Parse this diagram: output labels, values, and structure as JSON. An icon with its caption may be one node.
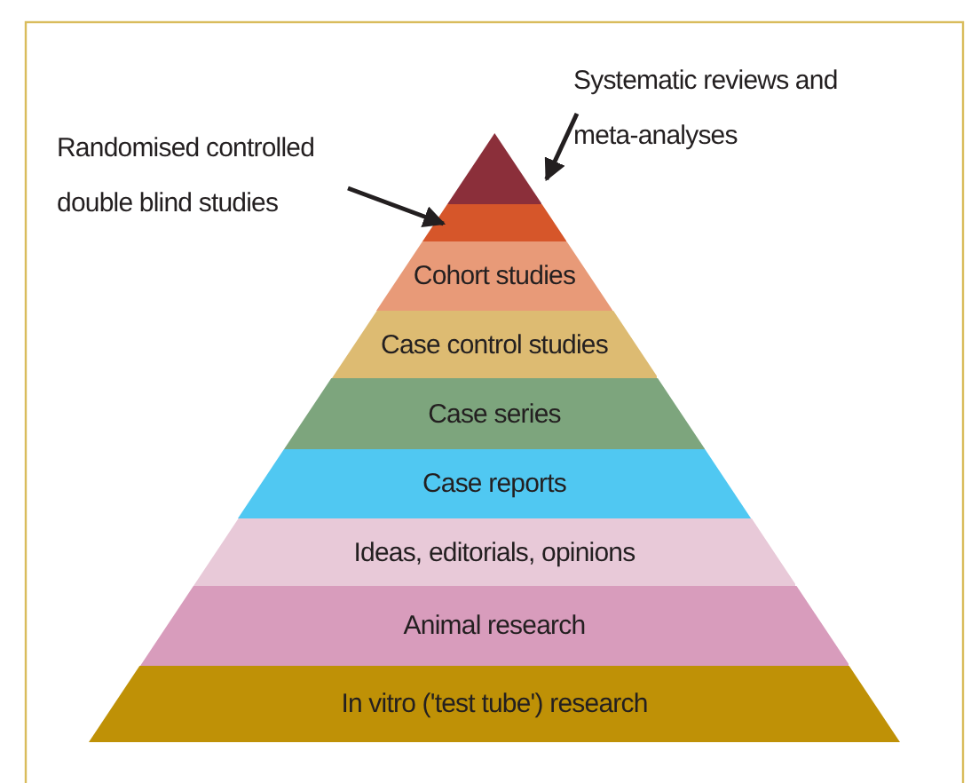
{
  "diagram": {
    "nodes": [
      {
        "text": [
          "Systematic reviews and meta-analyses"
        ]
      },
      {
        "text": [
          "Randomised controlled double blind studies"
        ]
      },
      {
        "text": [],
        "shape": "triangle"
      },
      {
        "text": [],
        "shape": "band"
      },
      {
        "text": [
          "Cohort studies"
        ]
      },
      {
        "text": [
          "Case control studies"
        ]
      },
      {
        "text": [
          "Case series"
        ]
      },
      {
        "text": [
          "Case reports"
        ]
      },
      {
        "text": [
          "Ideas, editorials, opinions"
        ]
      },
      {
        "text": [
          "Animal research"
        ]
      },
      {
        "text": [
          "In vitro ('test tube') research"
        ]
      }
    ],
    "edges": [
      {
        "from": 0,
        "to": 2,
        "arrow": "to"
      },
      {
        "from": 1,
        "to": 3,
        "arrow": "to"
      }
    ]
  }
}
